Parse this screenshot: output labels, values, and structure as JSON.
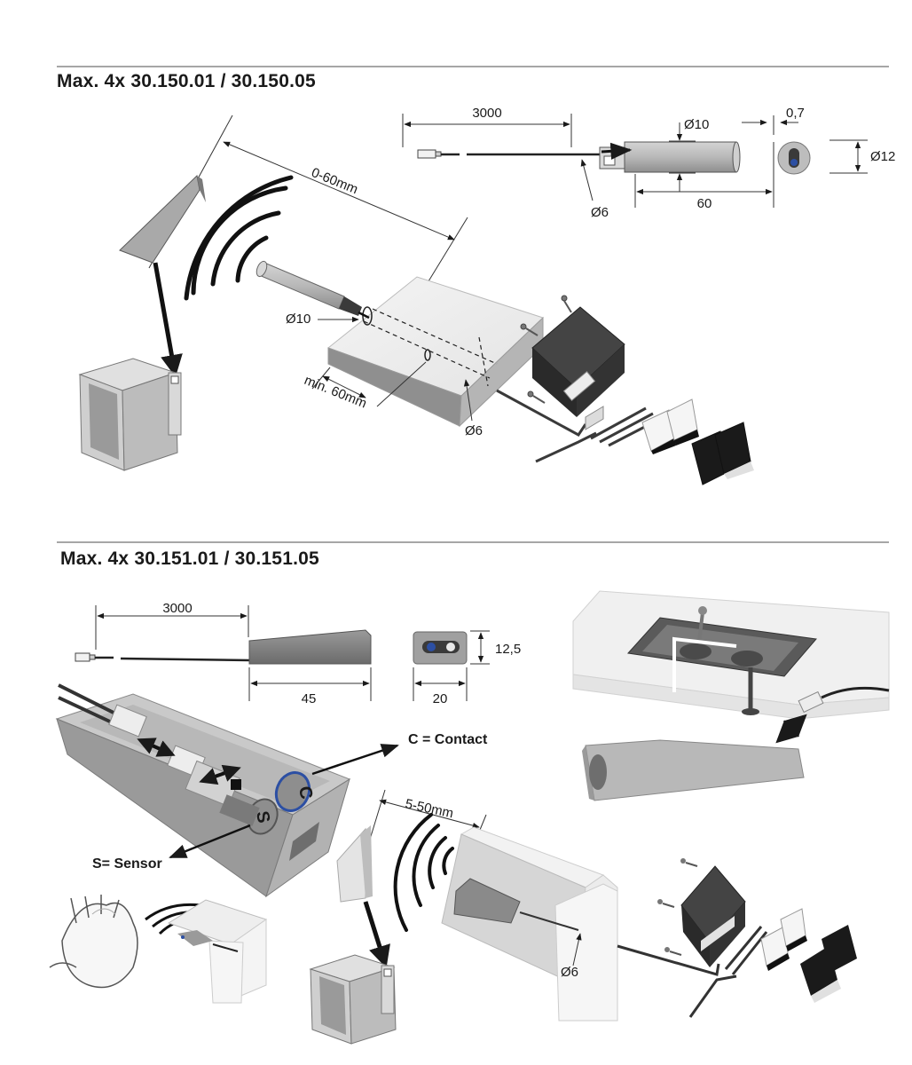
{
  "section1": {
    "heading": "Max. 4x  30.150.01 / 30.150.05",
    "dims": {
      "cable_length": "3000",
      "sensor_diameter": "Ø10",
      "front_thickness": "0,7",
      "cap_diameter": "Ø12",
      "cable_diameter": "Ø6",
      "sensor_length": "60",
      "range": "0-60mm",
      "bore_diameter": "Ø10",
      "min_depth": "min. 60mm",
      "cable_bore": "Ø6"
    }
  },
  "section2": {
    "heading": "Max. 4x  30.151.01 / 30.151.05",
    "dims": {
      "cable_length": "3000",
      "height": "12,5",
      "length": "45",
      "width": "20",
      "range": "5-50mm",
      "cable_bore": "Ø6"
    },
    "callouts": {
      "contact": "C = Contact",
      "sensor": "S= Sensor",
      "letter_c": "C",
      "letter_s": "S"
    }
  },
  "colors": {
    "rule": "#a6a6a6",
    "body_grey": "#a9a9a9",
    "dark_grey": "#6e6e6e",
    "module_black": "#2a2a2a",
    "cable": "#222222",
    "cabinet_light": "#e8e8e8"
  }
}
